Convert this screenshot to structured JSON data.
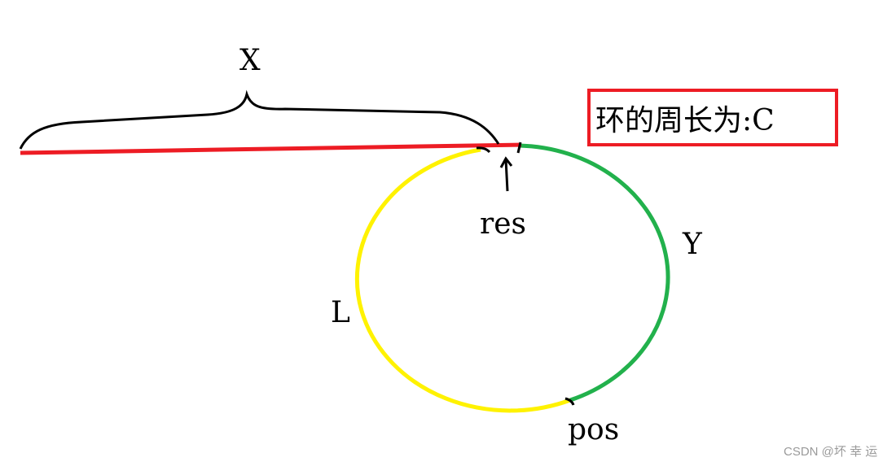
{
  "labels": {
    "x": "X",
    "y": "Y",
    "l": "L",
    "res": "res",
    "pos": "pos"
  },
  "box": {
    "text": "环的周长为:C"
  },
  "watermark": "CSDN @坏 幸 运",
  "colors": {
    "line": "#ed1c24",
    "arc_l": "#fff200",
    "arc_y": "#22b14c",
    "ink": "#000000",
    "box_border": "#ed1c24"
  }
}
